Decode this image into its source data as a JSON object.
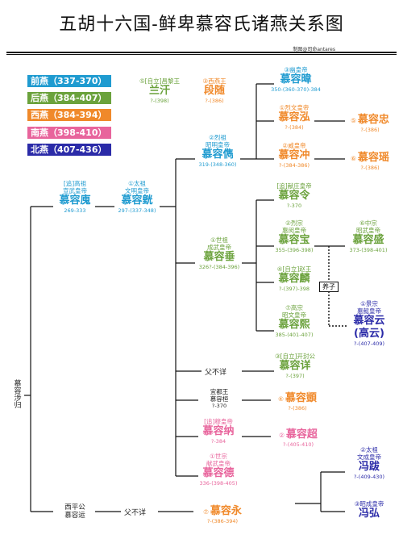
{
  "title": "五胡十六国-鲜卑慕容氏诸燕关系图",
  "credit": "制图@司命antares",
  "colors": {
    "former_yan": "#1f9bd0",
    "later_yan": "#6ba23c",
    "western_yan": "#f0892a",
    "southern_yan": "#e8649c",
    "northern_yan": "#2b2ba8"
  },
  "legend": [
    {
      "label": "前燕（337-370）",
      "color": "#1f9bd0"
    },
    {
      "label": "后燕（384-407）",
      "color": "#6ba23c"
    },
    {
      "label": "西燕（384-394）",
      "color": "#f0892a"
    },
    {
      "label": "南燕（398-410）",
      "color": "#e8649c"
    },
    {
      "label": "北燕（407-436）",
      "color": "#2b2ba8"
    }
  ],
  "nodes": {
    "shegui": {
      "name": "慕容涉归"
    },
    "hui": {
      "t1": "[追]高祖",
      "t2": "宣武皇帝",
      "name": "慕容廆",
      "years": "269-333"
    },
    "huang": {
      "t1": "①太祖",
      "t2": "文明皇帝",
      "name": "慕容皝",
      "years": "297-(337-348)"
    },
    "jun": {
      "t1": "②烈祖",
      "t2": "昭明皇帝",
      "name": "慕容儁",
      "years": "319-(348-360)"
    },
    "lanhan": {
      "t1": "⑤[自立]昌黎王",
      "name": "兰汗",
      "years": "?-(398)"
    },
    "duansui": {
      "t1": "③西燕王",
      "name": "段随",
      "years": "?-(386)"
    },
    "wei": {
      "t1": "③幽皇帝",
      "name": "慕容暐",
      "years": "350-(360-370)-384"
    },
    "hong": {
      "t1": "①烈文皇帝",
      "name": "慕容泓",
      "years": "?-(384)"
    },
    "zhong": {
      "t1": "⑤",
      "name": "慕容忠",
      "years": "?-(386)"
    },
    "chong": {
      "t1": "②威皇帝",
      "name": "慕容冲",
      "years": "?-(384-386)"
    },
    "yao": {
      "t1": "⑥",
      "name": "慕容瑶",
      "years": "?-(386)"
    },
    "ling": {
      "t1": "[追]献庄皇帝",
      "name": "慕容令",
      "years": "?-370"
    },
    "bao": {
      "t1": "②烈宗",
      "t2": "惠闵皇帝",
      "name": "慕容宝",
      "years": "355-(396-398)"
    },
    "sheng": {
      "t1": "⑥中宗",
      "t2": "昭武皇帝",
      "name": "慕容盛",
      "years": "373-(398-401)"
    },
    "chui": {
      "t1": "①世祖",
      "t2": "成武皇帝",
      "name": "慕容垂",
      "years": "326?-(384-396)"
    },
    "lin": {
      "t1": "④[自立]赵王",
      "name": "慕容麟",
      "years": "?-(397)-398"
    },
    "adopt": "养子",
    "xi": {
      "t1": "⑦高宗",
      "t2": "昭文皇帝",
      "name": "慕容熙",
      "years": "385-(401-407)"
    },
    "yun": {
      "t1": "①景宗",
      "t2": "惠懿皇帝",
      "name": "慕容云",
      "name2": "(高云)",
      "years": "?-(407-409)"
    },
    "fubuxiang1": "父不详",
    "xiang": {
      "t1": "③[自立]开封公",
      "name": "慕容详",
      "years": "?-(397)"
    },
    "huan": {
      "t1": "宜都王",
      "t2": "慕容桓",
      "years": "?-370"
    },
    "yi": {
      "t1": "④",
      "name": "慕容顗",
      "years": "?-(386)"
    },
    "na": {
      "t1": "[追]穆皇帝",
      "name": "慕容纳",
      "years": "?-384"
    },
    "chao": {
      "t1": "②",
      "name": "慕容超",
      "years": "?-(405-410)"
    },
    "de": {
      "t1": "①世宗",
      "t2": "献武皇帝",
      "name": "慕容德",
      "years": "336-(398-405)"
    },
    "feng_ba": {
      "t1": "②太祖",
      "t2": "文成皇帝",
      "name": "冯跋",
      "years": "?-(409-430)"
    },
    "feng_hong": {
      "t1": "③昭成皇帝",
      "name": "冯弘"
    },
    "yun_p": {
      "t1": "西平公",
      "t2": "慕容运"
    },
    "fubuxiang2": "父不详",
    "yong": {
      "t1": "⑦",
      "name": "慕容永",
      "years": "?-(386-394)"
    }
  }
}
